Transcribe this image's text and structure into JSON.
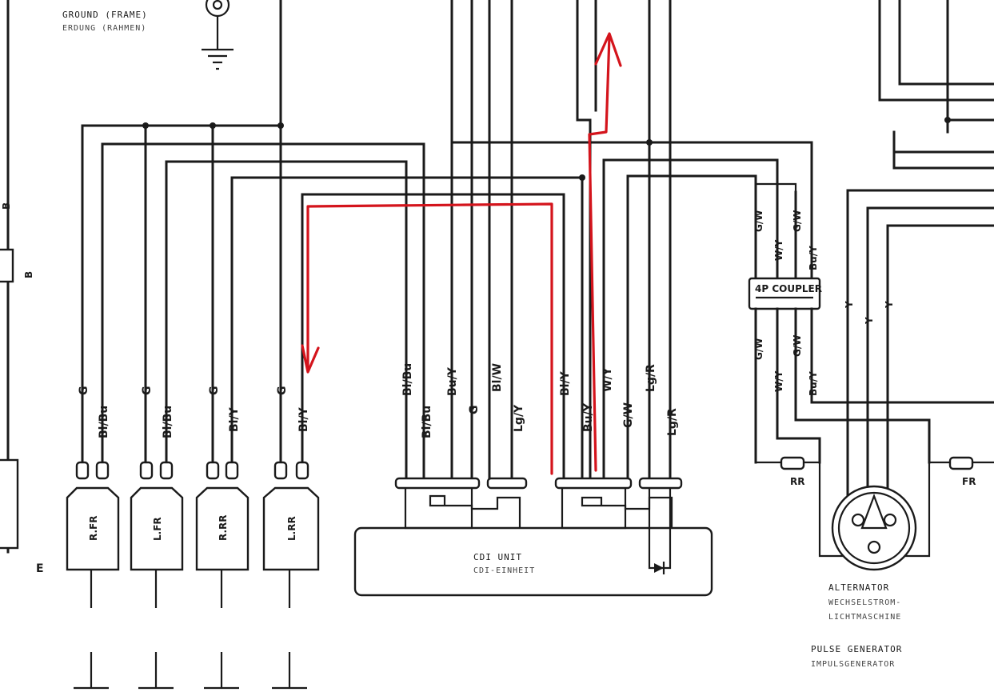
{
  "legend": {
    "ground_line1": "GROUND (FRAME)",
    "ground_line2": "ERDUNG (RAHMEN)"
  },
  "left_edge": {
    "wire_b": "B",
    "fuse": "B",
    "letter_e": "E"
  },
  "coils": [
    {
      "name": "R.FR",
      "wire1": "G",
      "wire2": "Bl/Bu"
    },
    {
      "name": "L.FR",
      "wire1": "G",
      "wire2": "Bl/Bu"
    },
    {
      "name": "R.RR",
      "wire1": "G",
      "wire2": "Bl/Y"
    },
    {
      "name": "L.RR",
      "wire1": "G",
      "wire2": "Bl/Y"
    }
  ],
  "cdi": {
    "line1": "CDI UNIT",
    "line2": "CDI-EINHEIT",
    "wires_a": [
      "Bl/Bu",
      "Bl/Bu",
      "Bu/Y",
      "G",
      "Bl/W",
      "Lg/Y"
    ],
    "wires_b": [
      "Bl/Y",
      "Bu/Y",
      "W/Y",
      "G/W",
      "Lg/R",
      "Lg/R"
    ]
  },
  "coupler": {
    "label": "4P COUPLER",
    "top_wires": [
      "G/W",
      "W/Y",
      "G/W",
      "Bu/Y"
    ],
    "bottom_wires": [
      "G/W",
      "G/W",
      "W/Y",
      "Bu/Y"
    ]
  },
  "alternator": {
    "wires": [
      "Y",
      "Y",
      "Y"
    ],
    "line1": "ALTERNATOR",
    "line2": "WECHSELSTROM-",
    "line3": "LICHTMASCHINE",
    "pg_line1": "PULSE GENERATOR",
    "pg_line2": "IMPULSGENERATOR",
    "rr": "RR",
    "fr": "FR"
  },
  "colors": {
    "line": "#1a1a1a",
    "highlight": "#d4141c",
    "background": "#ffffff"
  }
}
